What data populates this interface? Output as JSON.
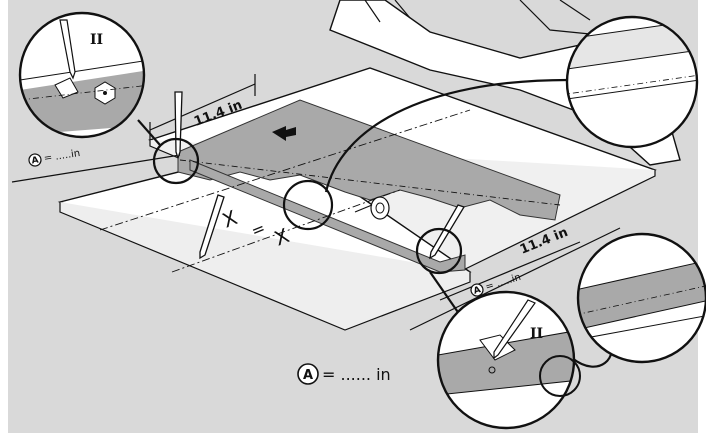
{
  "labels": {
    "dim_top": "11.4 in",
    "dim_right": "11.4 in",
    "x_first": "X",
    "equals": "=",
    "x_second": "X",
    "detail_left": "II",
    "detail_right": "II",
    "a_left_letter": "A",
    "a_left_text": "= .....in",
    "a_right_letter": "A",
    "a_right_text": "= .....in",
    "legend_letter": "A",
    "legend_text": "= ...... in"
  },
  "colors": {
    "background": "#d9d9d9",
    "strip": "#a9a9a9",
    "line": "#111111",
    "panel": "#ffffff"
  }
}
